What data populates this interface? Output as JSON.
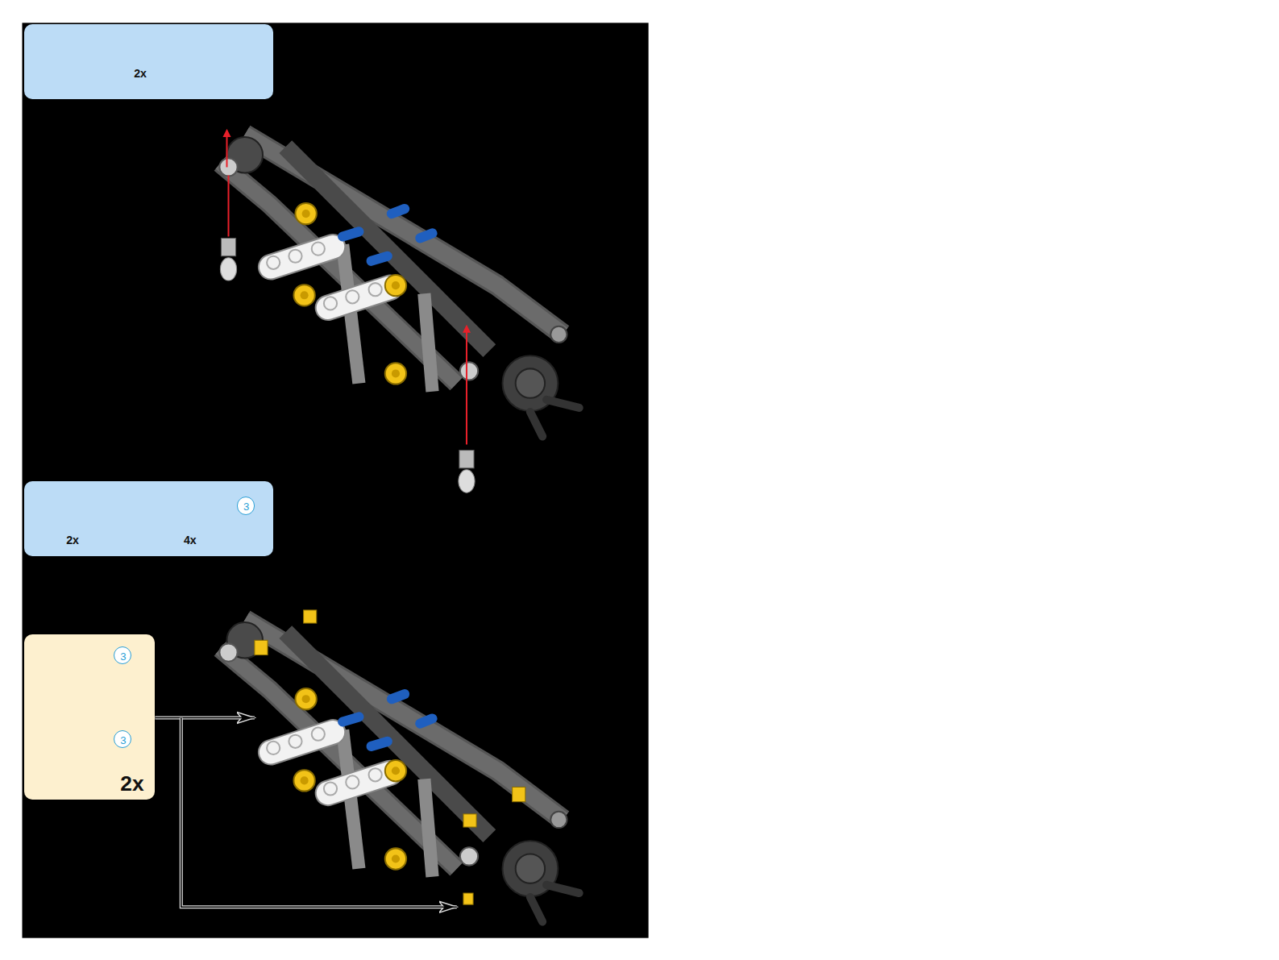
{
  "diagram": {
    "nodes": [
      {
        "text": [
          "2x"
        ]
      },
      {
        "text": [
          "2x",
          "4x"
        ]
      },
      {
        "text": [
          "3"
        ],
        "in": 1
      },
      {
        "text": [
          "2x"
        ]
      },
      {
        "text": [
          "3"
        ],
        "in": 3
      },
      {
        "text": [
          "3"
        ],
        "in": 3
      }
    ]
  }
}
